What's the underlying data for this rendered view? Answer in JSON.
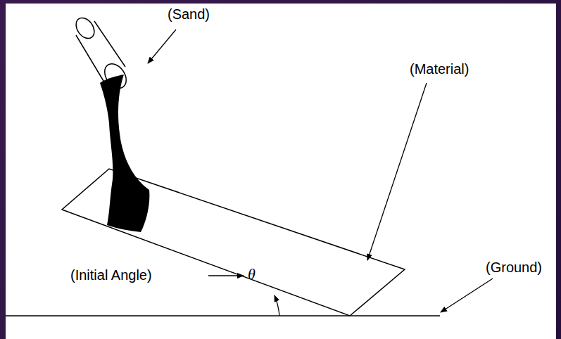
{
  "diagram": {
    "labels": [
      "(Sand)",
      "(Material)",
      "(Initial Angle)",
      "θ",
      "(Ground)"
    ]
  }
}
